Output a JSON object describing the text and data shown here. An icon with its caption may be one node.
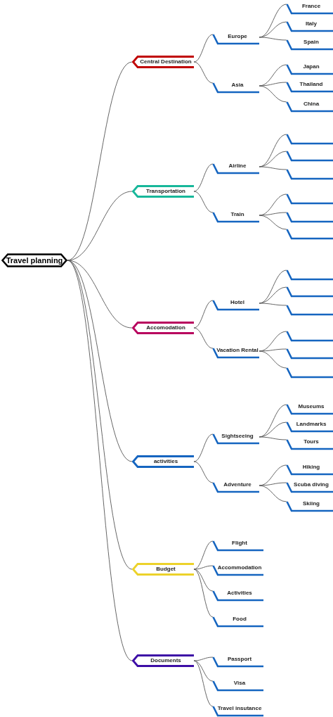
{
  "diagram": {
    "nodes": [
      {
        "text": [
          "Travel planning"
        ]
      },
      {
        "text": [
          "Central Destination"
        ]
      },
      {
        "text": [
          "Europe"
        ]
      },
      {
        "text": [
          "France"
        ]
      },
      {
        "text": [
          "Italy"
        ]
      },
      {
        "text": [
          "Spain"
        ]
      },
      {
        "text": [
          "Asia"
        ]
      },
      {
        "text": [
          "Japan"
        ]
      },
      {
        "text": [
          "Thailand"
        ]
      },
      {
        "text": [
          "China"
        ]
      },
      {
        "text": [
          "Transportation"
        ]
      },
      {
        "text": [
          "Airline"
        ]
      },
      {
        "text": [],
        "shape": "bar"
      },
      {
        "text": [],
        "shape": "bar"
      },
      {
        "text": [],
        "shape": "bar"
      },
      {
        "text": [
          "Train"
        ]
      },
      {
        "text": [],
        "shape": "bar"
      },
      {
        "text": [],
        "shape": "bar"
      },
      {
        "text": [],
        "shape": "bar"
      },
      {
        "text": [
          "Accomodation"
        ]
      },
      {
        "text": [
          "Hotel"
        ]
      },
      {
        "text": [],
        "shape": "bar"
      },
      {
        "text": [],
        "shape": "bar"
      },
      {
        "text": [],
        "shape": "bar"
      },
      {
        "text": [
          "Vacation Rental"
        ]
      },
      {
        "text": [],
        "shape": "bar"
      },
      {
        "text": [],
        "shape": "bar"
      },
      {
        "text": [],
        "shape": "bar"
      },
      {
        "text": [
          "activities"
        ]
      },
      {
        "text": [
          "Sightseeing"
        ]
      },
      {
        "text": [
          "Museums"
        ]
      },
      {
        "text": [
          "Landmarks"
        ]
      },
      {
        "text": [
          "Tours"
        ]
      },
      {
        "text": [
          "Adventure"
        ]
      },
      {
        "text": [
          "Hiking"
        ]
      },
      {
        "text": [
          "Scuba diving"
        ]
      },
      {
        "text": [
          "Skiing"
        ]
      },
      {
        "text": [
          "Budget"
        ]
      },
      {
        "text": [
          "Flight"
        ]
      },
      {
        "text": [
          "Accommodation"
        ]
      },
      {
        "text": [
          "Activities"
        ]
      },
      {
        "text": [
          "Food"
        ]
      },
      {
        "text": [
          "Documents"
        ]
      },
      {
        "text": [
          "Passport"
        ]
      },
      {
        "text": [
          "Visa"
        ]
      },
      {
        "text": [
          "Travel insutance"
        ]
      }
    ],
    "edges": [
      {
        "from": 0,
        "to": 1,
        "arrow": "none"
      },
      {
        "from": 1,
        "to": 2,
        "arrow": "none"
      },
      {
        "from": 2,
        "to": 3,
        "arrow": "none"
      },
      {
        "from": 2,
        "to": 4,
        "arrow": "none"
      },
      {
        "from": 2,
        "to": 5,
        "arrow": "none"
      },
      {
        "from": 1,
        "to": 6,
        "arrow": "none"
      },
      {
        "from": 6,
        "to": 7,
        "arrow": "none"
      },
      {
        "from": 6,
        "to": 8,
        "arrow": "none"
      },
      {
        "from": 6,
        "to": 9,
        "arrow": "none"
      },
      {
        "from": 0,
        "to": 10,
        "arrow": "none"
      },
      {
        "from": 10,
        "to": 11,
        "arrow": "none"
      },
      {
        "from": 11,
        "to": 12,
        "arrow": "none"
      },
      {
        "from": 11,
        "to": 13,
        "arrow": "none"
      },
      {
        "from": 11,
        "to": 14,
        "arrow": "none"
      },
      {
        "from": 10,
        "to": 15,
        "arrow": "none"
      },
      {
        "from": 15,
        "to": 16,
        "arrow": "none"
      },
      {
        "from": 15,
        "to": 17,
        "arrow": "none"
      },
      {
        "from": 15,
        "to": 18,
        "arrow": "none"
      },
      {
        "from": 0,
        "to": 19,
        "arrow": "none"
      },
      {
        "from": 19,
        "to": 20,
        "arrow": "none"
      },
      {
        "from": 20,
        "to": 21,
        "arrow": "none"
      },
      {
        "from": 20,
        "to": 22,
        "arrow": "none"
      },
      {
        "from": 20,
        "to": 23,
        "arrow": "none"
      },
      {
        "from": 19,
        "to": 24,
        "arrow": "none"
      },
      {
        "from": 24,
        "to": 25,
        "arrow": "none"
      },
      {
        "from": 24,
        "to": 26,
        "arrow": "none"
      },
      {
        "from": 24,
        "to": 27,
        "arrow": "none"
      },
      {
        "from": 0,
        "to": 28,
        "arrow": "none"
      },
      {
        "from": 28,
        "to": 29,
        "arrow": "none"
      },
      {
        "from": 29,
        "to": 30,
        "arrow": "none"
      },
      {
        "from": 29,
        "to": 31,
        "arrow": "none"
      },
      {
        "from": 29,
        "to": 32,
        "arrow": "none"
      },
      {
        "from": 28,
        "to": 33,
        "arrow": "none"
      },
      {
        "from": 33,
        "to": 34,
        "arrow": "none"
      },
      {
        "from": 33,
        "to": 35,
        "arrow": "none"
      },
      {
        "from": 33,
        "to": 36,
        "arrow": "none"
      },
      {
        "from": 0,
        "to": 37,
        "arrow": "none"
      },
      {
        "from": 37,
        "to": 38,
        "arrow": "none"
      },
      {
        "from": 37,
        "to": 39,
        "arrow": "none"
      },
      {
        "from": 37,
        "to": 40,
        "arrow": "none"
      },
      {
        "from": 37,
        "to": 41,
        "arrow": "none"
      },
      {
        "from": 0,
        "to": 42,
        "arrow": "none"
      },
      {
        "from": 42,
        "to": 43,
        "arrow": "none"
      },
      {
        "from": 42,
        "to": 44,
        "arrow": "none"
      },
      {
        "from": 42,
        "to": 45,
        "arrow": "none"
      }
    ]
  }
}
